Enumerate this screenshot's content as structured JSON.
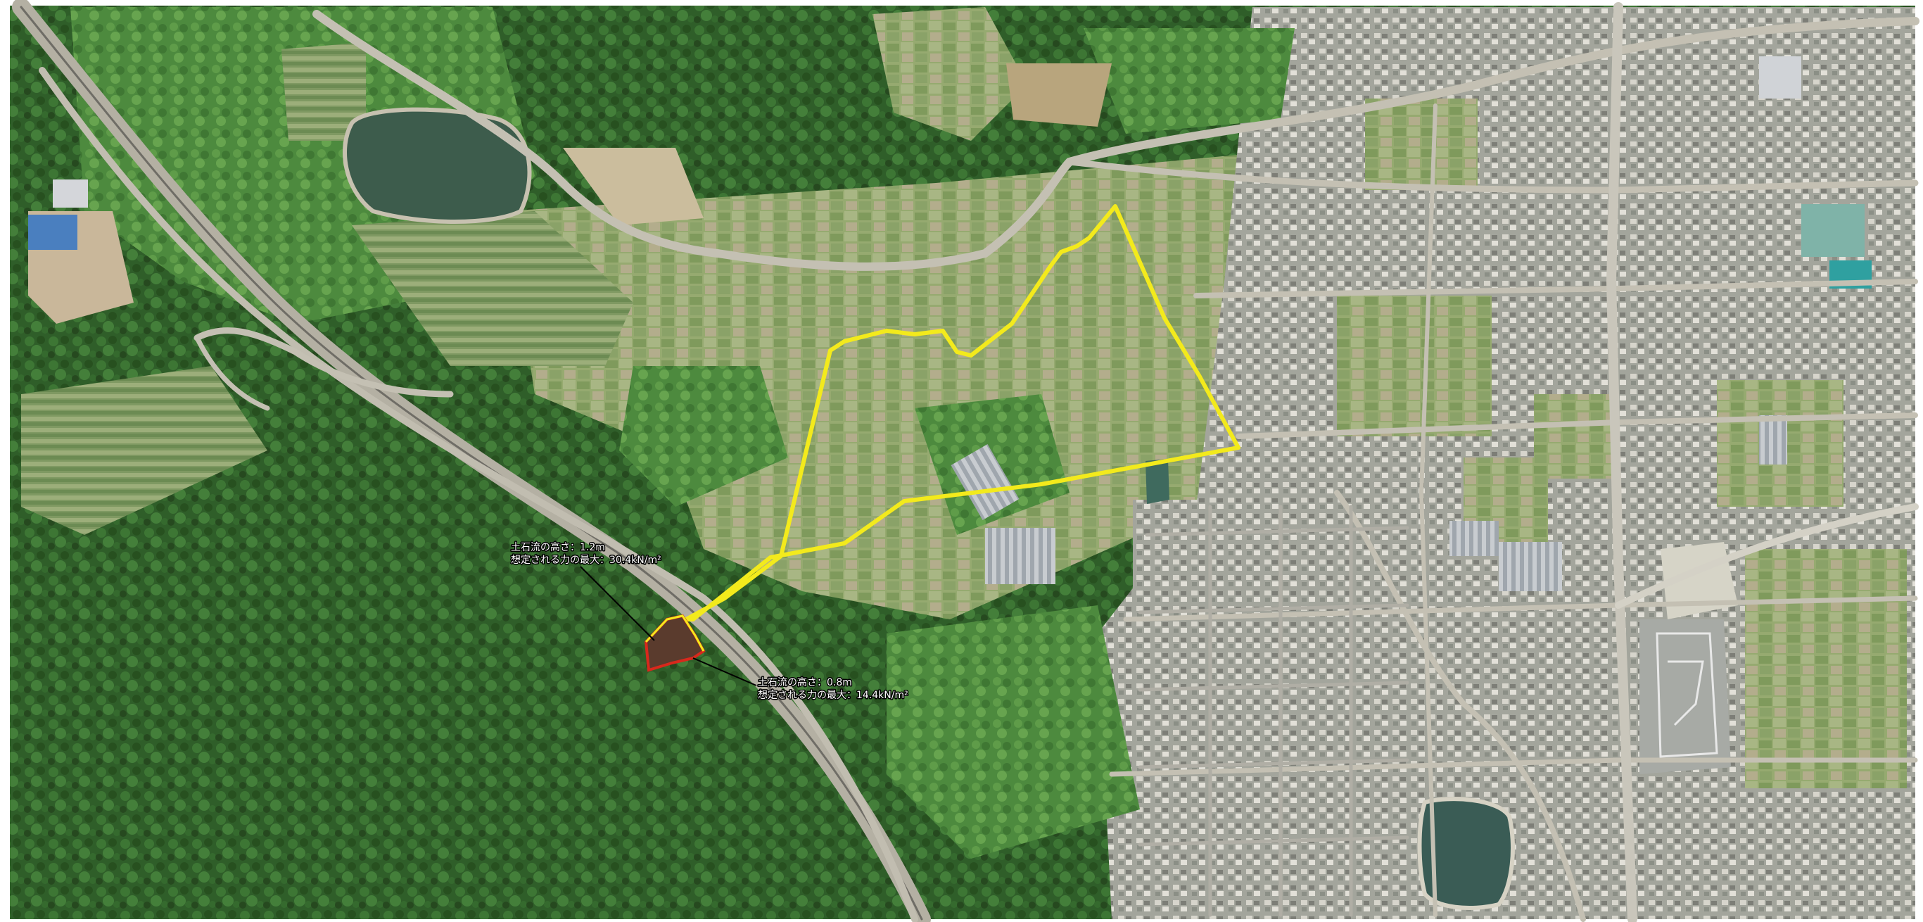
{
  "colors": {
    "forest_dark": "#2c5a26",
    "forest_mid": "#3f7a35",
    "field": "#8fa66a",
    "urban": "#9a9c96",
    "pond": "#3f5f50",
    "road": "#b9b5a8",
    "boundary": "#f3ea1c",
    "hazard_zone": "#d8281c"
  },
  "annotations": [
    {
      "id": "upper",
      "lines": [
        "土石流の高さ：1.2m",
        "想定される力の最大：30.4kN/m²"
      ]
    },
    {
      "id": "lower",
      "lines": [
        "土石流の高さ：0.8m",
        "想定される力の最大：14.4kN/m²"
      ]
    }
  ]
}
